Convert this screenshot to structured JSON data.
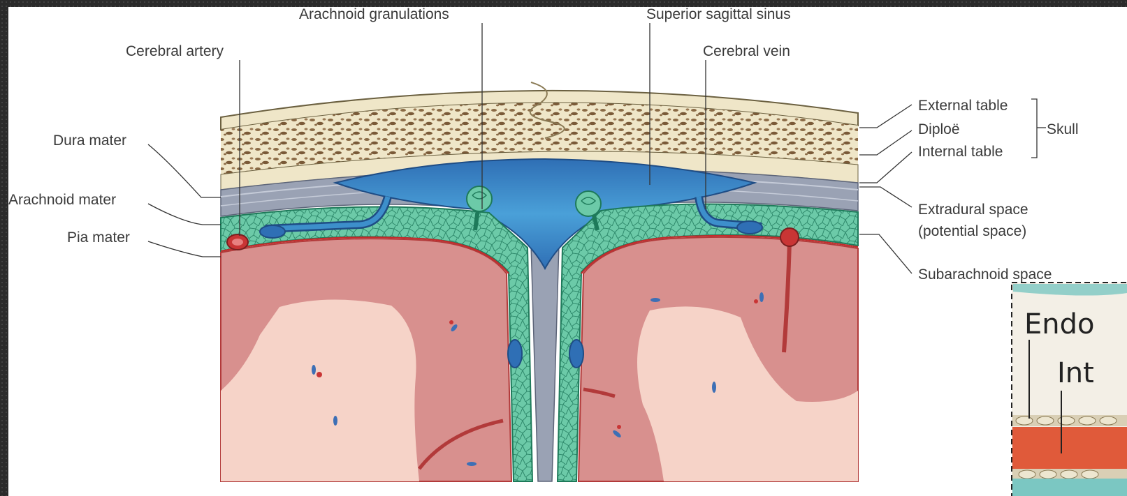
{
  "labels": {
    "arachnoid_granulations": "Arachnoid granulations",
    "superior_sagittal_sinus": "Superior sagittal sinus",
    "cerebral_artery": "Cerebral artery",
    "cerebral_vein": "Cerebral vein",
    "dura_mater": "Dura mater",
    "arachnoid_mater": "Arachnoid mater",
    "pia_mater": "Pia mater",
    "external_table": "External table",
    "diploe": "Diploë",
    "internal_table": "Internal table",
    "skull": "Skull",
    "extradural_space_1": "Extradural space",
    "extradural_space_2": "(potential space)",
    "subarachnoid_space": "Subarachnoid space"
  },
  "inset": {
    "label_1": "Endo",
    "label_2": "Int"
  },
  "colors": {
    "bone": "#efe6c8",
    "bone_spots": "#8a6a45",
    "dura": "#8f96a8",
    "sinus": "#3d8fcb",
    "subarachnoid": "#5fc3a0",
    "cortex": "#d98f8f",
    "white_matter": "#f6d3c8",
    "artery": "#c93535",
    "inset_red": "#e05a3a"
  }
}
